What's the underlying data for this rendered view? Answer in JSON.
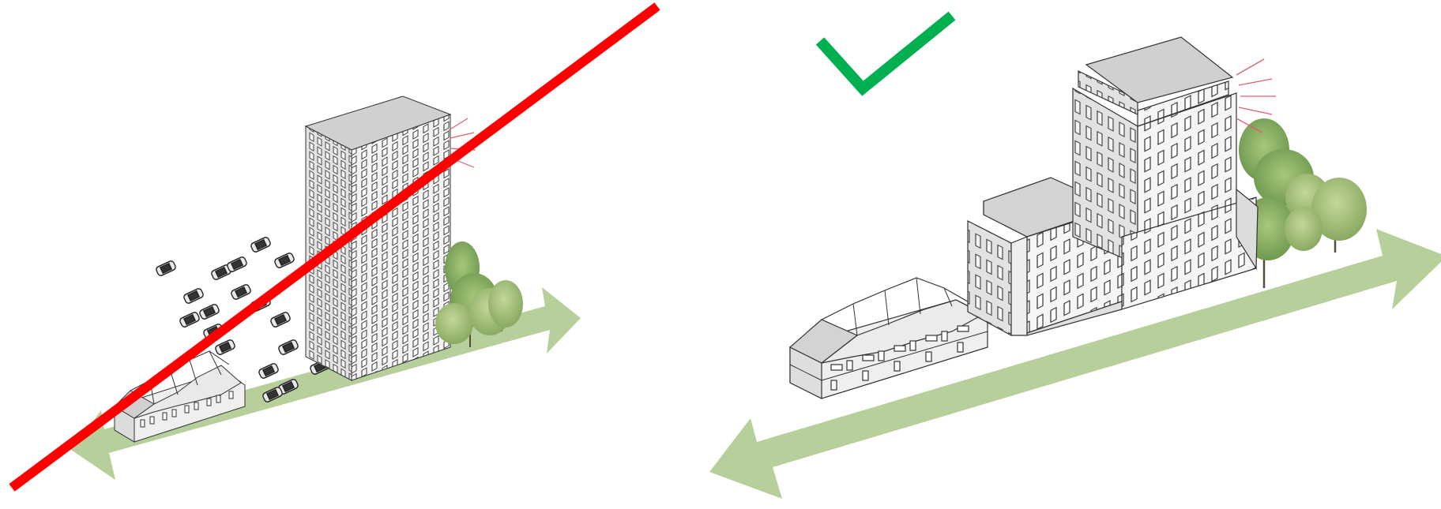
{
  "figure": {
    "panels": [
      {
        "verdict": "rejected",
        "verdict_icon": "cross-out-line-icon",
        "scene": [
          "row-houses",
          "surface-parking-cars",
          "point-tower",
          "street-trees",
          "green-corridor-arrow"
        ]
      },
      {
        "verdict": "approved",
        "verdict_icon": "checkmark-icon",
        "scene": [
          "row-houses",
          "stepped-perimeter-block",
          "terraced-tower",
          "street-trees",
          "green-corridor-arrow"
        ]
      }
    ]
  },
  "colors": {
    "reject_red": "#ff0000",
    "approve_green": "#00b050",
    "corridor_green": "#b7cf9a",
    "roof_gray": "#cfcfcf",
    "facade_light": "#f4f4f4",
    "facade_shade": "#e2e2e2",
    "accent_lines": "#e06070"
  }
}
